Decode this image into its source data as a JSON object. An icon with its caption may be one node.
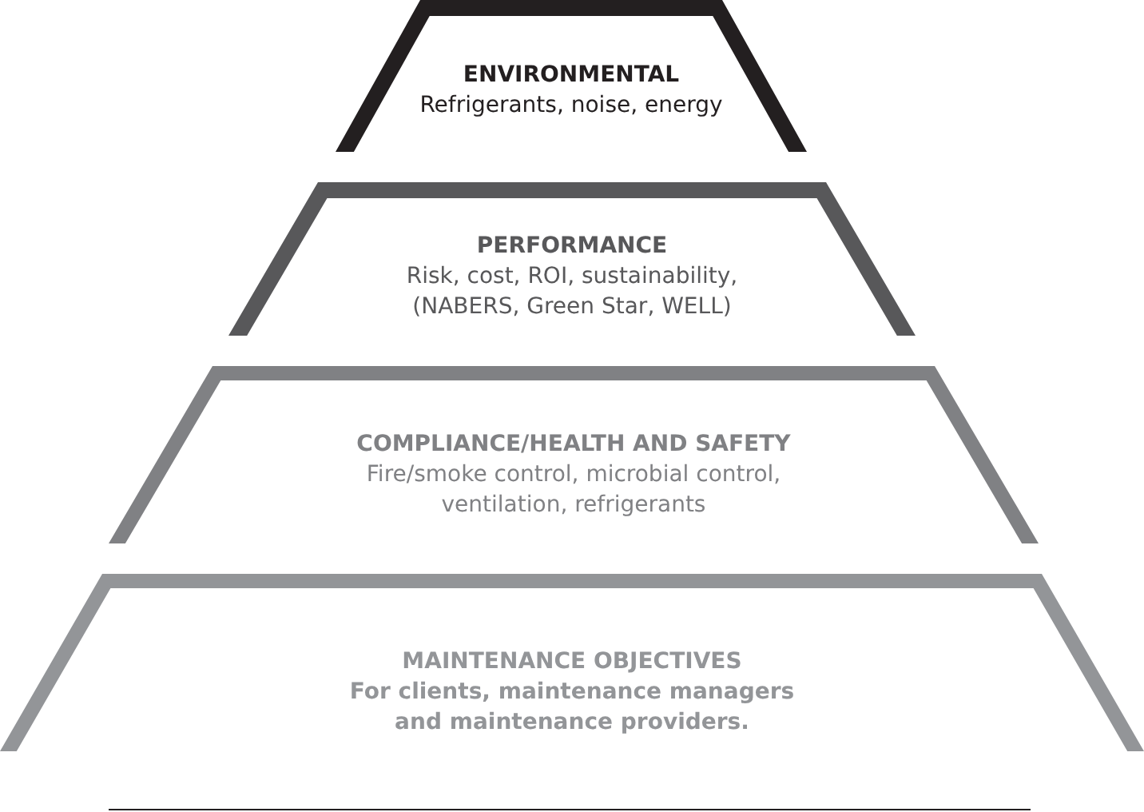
{
  "diagram": {
    "nodes": [
      {
        "text": [
          "ENVIRONMENTAL",
          "Refrigerants, noise, energy"
        ]
      },
      {
        "text": [
          "PERFORMANCE",
          "Risk, cost, ROI, sustainability, (NABERS, Green Star, WELL)"
        ]
      },
      {
        "text": [
          "COMPLIANCE/HEALTH AND SAFETY",
          "Fire/smoke control, microbial control, ventilation, refrigerants"
        ]
      },
      {
        "text": [
          "MAINTENANCE OBJECTIVES",
          "For clients, maintenance managers and maintenance providers."
        ]
      }
    ]
  }
}
